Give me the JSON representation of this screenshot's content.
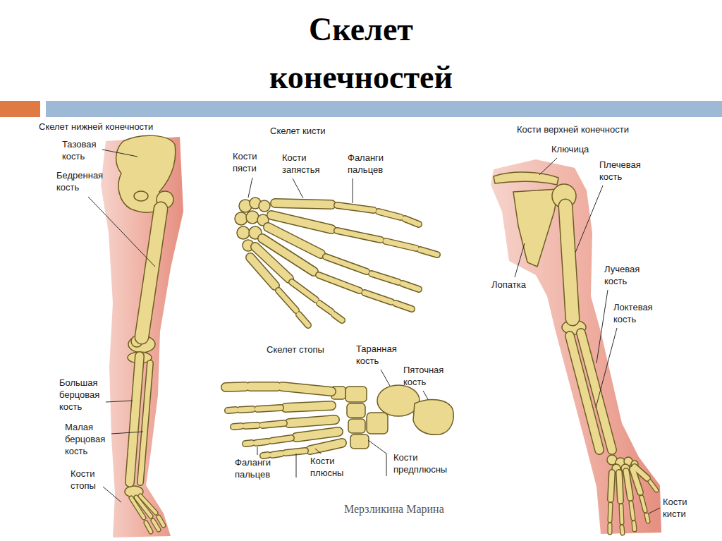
{
  "diagram": {
    "title": "Скелет конечностей",
    "labels": [
      "Скелет нижней конечности",
      "Тазовая кость",
      "Бедренная кость",
      "Большая берцовая кость",
      "Малая берцовая кость",
      "Кости стопы",
      "Скелет кисти",
      "Кости пясти",
      "Кости запястья",
      "Фаланги пальцев",
      "Скелет стопы",
      "Таранная кость",
      "Пяточная кость",
      "Фаланги пальцев",
      "Кости плюсны",
      "Кости предплюсны",
      "Кости верхней конечности",
      "Ключица",
      "Плечевая кость",
      "Лопатка",
      "Лучевая кость",
      "Локтевая кость",
      "Кости кисти",
      "Мерзликина Марина"
    ]
  }
}
